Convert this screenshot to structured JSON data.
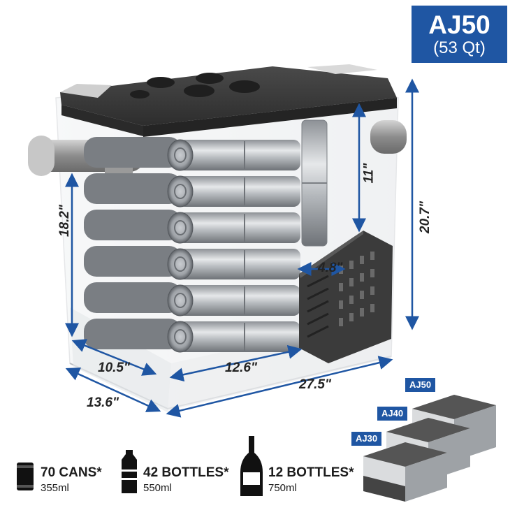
{
  "badge": {
    "model": "AJ50",
    "capacity": "(53 Qt)"
  },
  "dimensions": {
    "height_total": "20.7\"",
    "height_inner": "18.2\"",
    "compressor_height": "11\"",
    "compressor_depth": "4.8\"",
    "inner_width": "10.5\"",
    "inner_length": "12.6\"",
    "depth": "13.6\"",
    "length": "27.5\""
  },
  "models": [
    {
      "label": "AJ50"
    },
    {
      "label": "AJ40"
    },
    {
      "label": "AJ30"
    }
  ],
  "capacity": [
    {
      "icon": "can-icon",
      "label": "70 CANS*",
      "size": "355ml"
    },
    {
      "icon": "plastic-bottle-icon",
      "label": "42 BOTTLES*",
      "size": "550ml"
    },
    {
      "icon": "wine-bottle-icon",
      "label": "12 BOTTLES*",
      "size": "750ml"
    }
  ],
  "colors": {
    "accent": "#1f56a3",
    "lid": "#3a3a3a",
    "can": "#b8bcc0"
  }
}
